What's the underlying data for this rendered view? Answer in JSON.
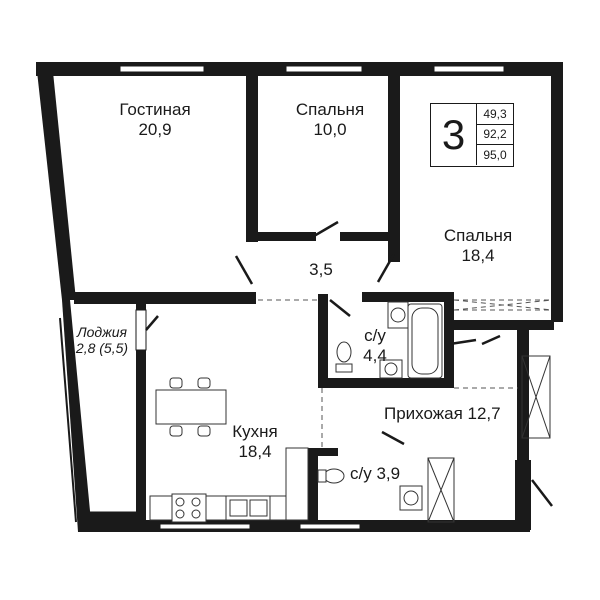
{
  "rooms": {
    "living": {
      "name": "Гостиная",
      "area": "20,9"
    },
    "bedroom_small": {
      "name": "Спальня",
      "area": "10,0"
    },
    "bedroom_large": {
      "name": "Спальня",
      "area": "18,4"
    },
    "corridor": {
      "area": "3,5"
    },
    "bath_upper": {
      "name": "с/у",
      "area": "4,4"
    },
    "loggia": {
      "name": "Лоджия",
      "area": "2,8 (5,5)"
    },
    "kitchen": {
      "name": "Кухня",
      "area": "18,4"
    },
    "hall": {
      "name": "Прихожая",
      "area": "12,7"
    },
    "bath_lower": {
      "label": "с/у 3,9"
    }
  },
  "summary": {
    "rooms_count": "3",
    "areas": [
      "49,3",
      "92,2",
      "95,0"
    ]
  },
  "colors": {
    "wall": "#1a1a1a",
    "line": "#333333",
    "background": "#ffffff"
  }
}
